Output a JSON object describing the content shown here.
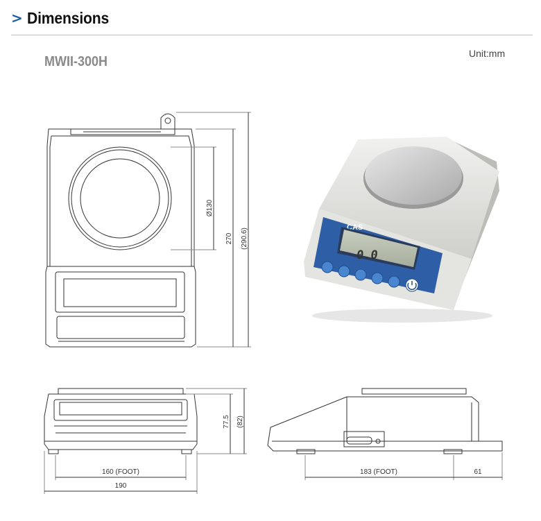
{
  "header": {
    "chevron": ">",
    "title": "Dimensions"
  },
  "model": "MWII-300H",
  "unit": "Unit:mm",
  "dims": {
    "pan_dia": "Ø130",
    "depth": "270",
    "depth_total": "(290.6)",
    "height": "77.5",
    "height_total": "(82)",
    "foot_w": "160 (FOOT)",
    "width": "190",
    "foot_d": "183 (FOOT)",
    "rear": "61"
  },
  "photo": {
    "brand": "CAS",
    "readout": "0.0",
    "buttons": [
      "",
      "",
      "",
      "",
      ""
    ]
  },
  "colors": {
    "accent": "#1f5fa8",
    "line": "#333333",
    "panel": "#2e5fa6"
  }
}
